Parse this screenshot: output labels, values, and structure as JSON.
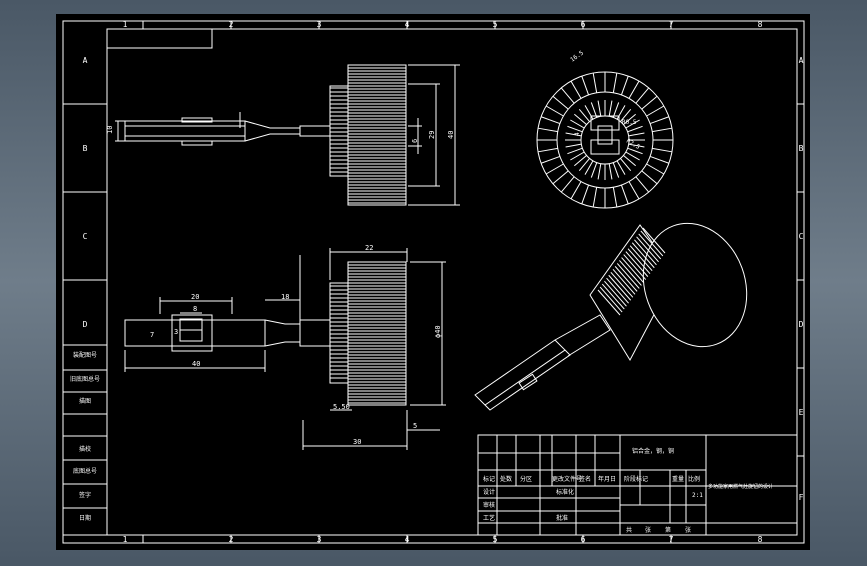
{
  "column_labels": [
    "1",
    "2",
    "3",
    "4",
    "5",
    "6",
    "7",
    "8"
  ],
  "row_labels_left": [
    "A",
    "B",
    "C",
    "D"
  ],
  "row_labels_right": [
    "A",
    "B",
    "C",
    "D",
    "E",
    "F"
  ],
  "dimensions": {
    "top_view_left": "10",
    "top_view_d6": "6",
    "top_view_29": "29",
    "top_view_40": "40",
    "front_22": "22",
    "front_20": "20",
    "front_8": "8",
    "front_7": "7",
    "front_3": "3",
    "front_18": "18",
    "front_40": "40",
    "front_550": "5.50",
    "front_30": "30",
    "front_5": "5",
    "front_dia40": "ϕ40",
    "gear_a": "16.5",
    "gear_b": "R0.5",
    "gear_c": "R2.5",
    "gear_d": "4"
  },
  "side_table": [
    "装配图号",
    "旧底图总号",
    "描图",
    "描校",
    "底图总号",
    "签字",
    "日期"
  ],
  "title_block": {
    "material": "铝合金，钢，铜",
    "drawing_name": "多功能家用燃气灶旋钮的设计",
    "scale": "2:1",
    "row_labels": [
      "标记",
      "处数",
      "分区",
      "更改文件号",
      "签名",
      "年月日"
    ],
    "col_labels": [
      "阶段标记",
      "重量",
      "比例"
    ],
    "staff": [
      "设计",
      "审核",
      "工艺"
    ],
    "std": [
      "标准化",
      "批准"
    ],
    "bottom": [
      "共",
      "张",
      "第",
      "张"
    ]
  }
}
